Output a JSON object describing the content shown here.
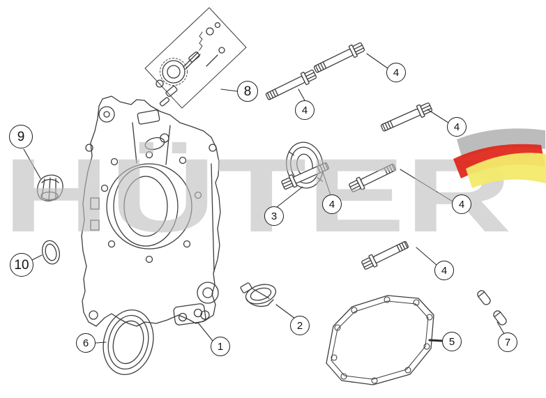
{
  "diagram": {
    "watermark_text": "HÜTER",
    "callouts": {
      "part1": "1",
      "part2": "2",
      "part3": "3",
      "part4": "4",
      "part5": "5",
      "part6": "6",
      "part7": "7",
      "part8": "8",
      "part9": "9",
      "part10": "10"
    },
    "colors": {
      "line": "#3c3c3c",
      "watermark": "#bdbdbd",
      "logo_gray": "#b5b5b5",
      "logo_red": "#e02417",
      "logo_yellow": "#f2ea6a"
    }
  }
}
